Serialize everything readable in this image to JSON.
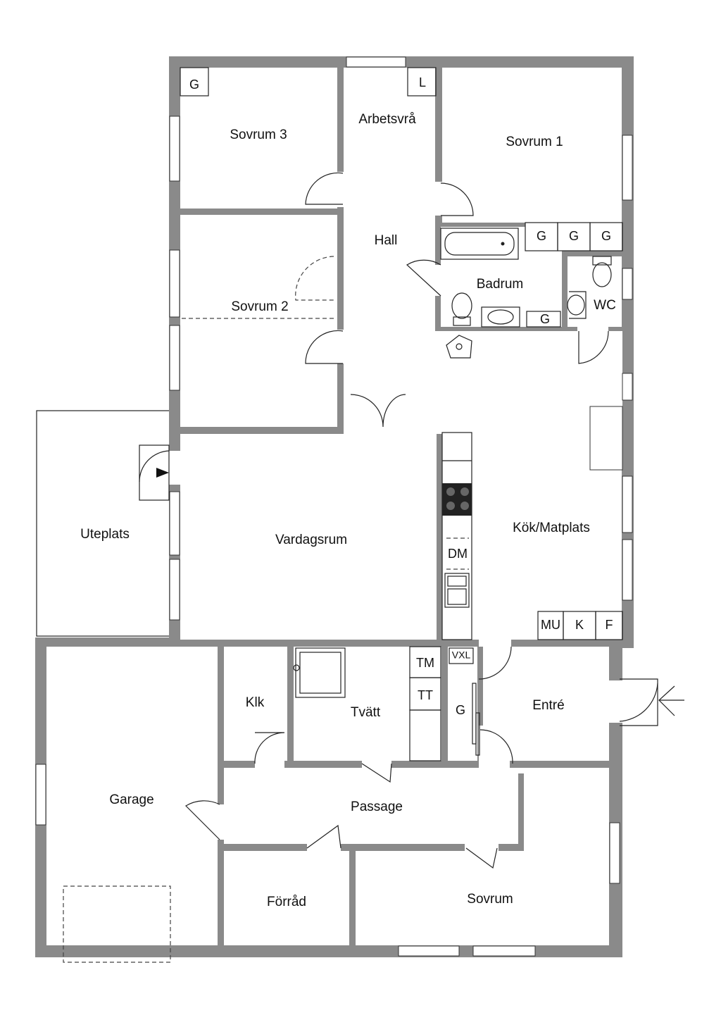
{
  "rooms": {
    "sovrum3": "Sovrum 3",
    "arbetsvra": "Arbetsvrå",
    "sovrum1": "Sovrum 1",
    "hall": "Hall",
    "badrum": "Badrum",
    "wc": "WC",
    "sovrum2": "Sovrum 2",
    "uteplats": "Uteplats",
    "vardagsrum": "Vardagsrum",
    "kok": "Kök/Matplats",
    "garage": "Garage",
    "klk": "Klk",
    "tvatt": "Tvätt",
    "entre": "Entré",
    "passage": "Passage",
    "forrad": "Förråd",
    "sovrum": "Sovrum"
  },
  "symbols": {
    "g": "G",
    "l": "L",
    "dm": "DM",
    "mu": "MU",
    "k": "K",
    "f": "F",
    "vxl": "VXL",
    "tm": "TM",
    "tt": "TT"
  },
  "icons": [
    "entrance-arrow-icon",
    "door-arrow-icon",
    "stove-icon",
    "sink-icon",
    "bathtub-icon",
    "toilet-icon",
    "washbasin-icon",
    "washing-machine-icon"
  ]
}
